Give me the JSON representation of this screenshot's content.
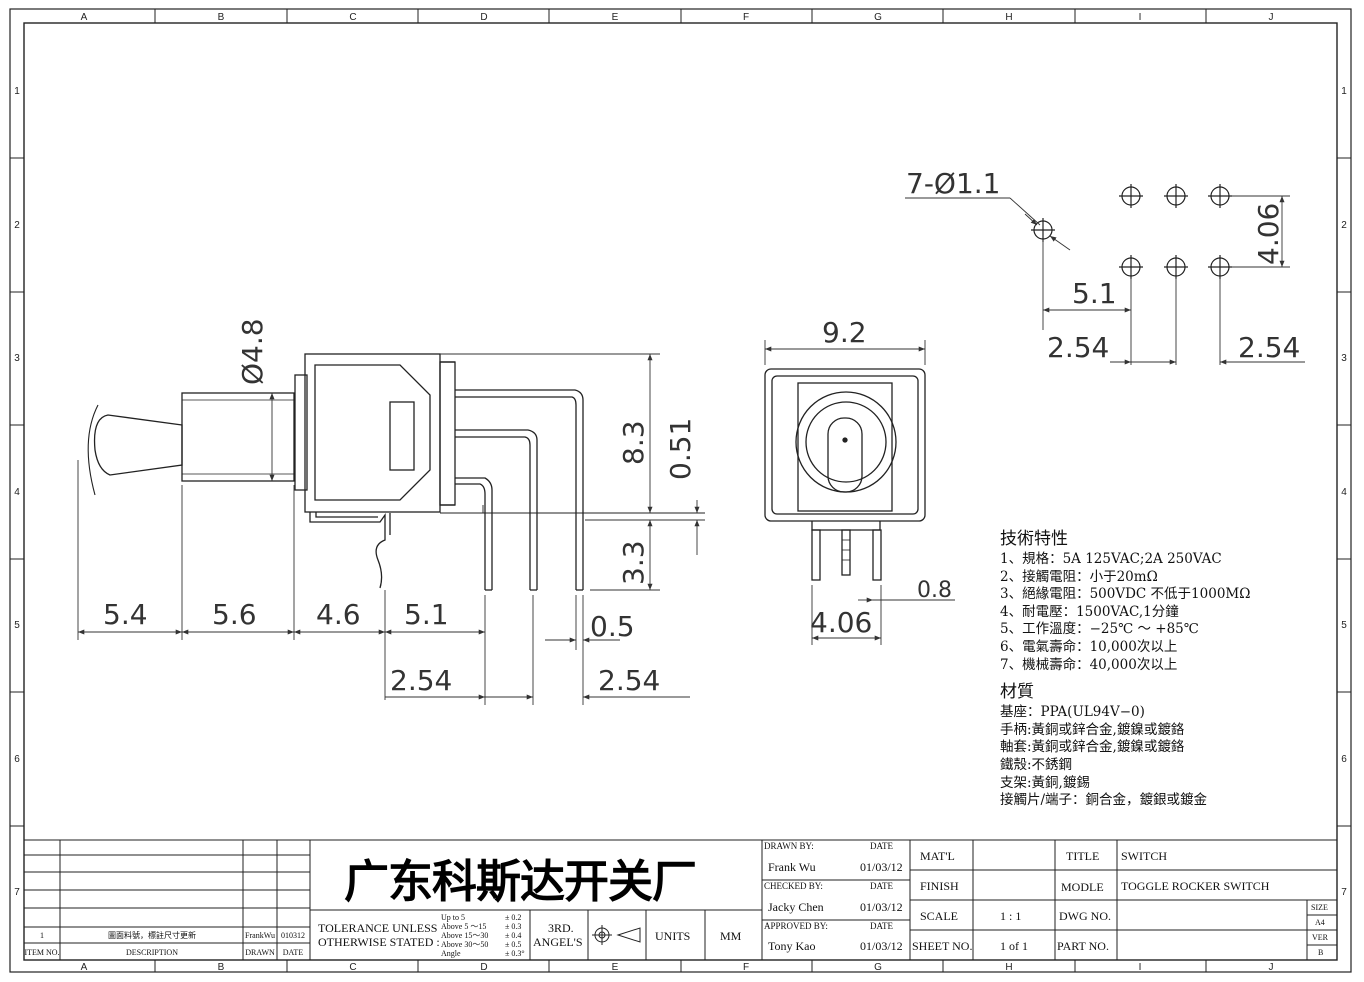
{
  "frame": {
    "columns": [
      "A",
      "B",
      "C",
      "D",
      "E",
      "F",
      "G",
      "H",
      "I",
      "J"
    ],
    "rows": [
      "1",
      "2",
      "3",
      "4",
      "5",
      "6",
      "7"
    ]
  },
  "side_view": {
    "dims": {
      "phi48": "Ø4.8",
      "d83": "8.3",
      "d051": "0.51",
      "d33": "3.3",
      "d54": "5.4",
      "d56": "5.6",
      "d46": "4.6",
      "d51": "5.1",
      "d05": "0.5",
      "d254a": "2.54",
      "d254b": "2.54"
    }
  },
  "front_view": {
    "dims": {
      "d92": "9.2",
      "d406": "4.06",
      "d08": "0.8"
    }
  },
  "pcb_layout": {
    "dims": {
      "holes": "7-Ø1.1",
      "d406": "4.06",
      "d51": "5.1",
      "d254a": "2.54",
      "d254b": "2.54"
    }
  },
  "specs": {
    "title": "技術特性",
    "items": [
      "1、規格：5A 125VAC;2A 250VAC",
      "2、接觸電阻：小于20mΩ",
      "3、絕緣電阻：500VDC 不低于1000MΩ",
      "4、耐電壓：1500VAC,1分鐘",
      "5、工作溫度：−25℃ ～ +85℃",
      "6、電氣壽命：10,000次以上",
      "7、機械壽命：40,000次以上"
    ],
    "material_title": "材質",
    "materials": [
      "基座：PPA(UL94V−0)",
      "手柄:黃銅或鋅合金,鍍鎳或鍍鉻",
      "軸套:黃銅或鋅合金,鍍鎳或鍍鉻",
      "鐵殼:不銹鋼",
      "支架:黃銅,鍍錫",
      "接觸片/端子：銅合金，鍍銀或鍍金"
    ]
  },
  "title_block": {
    "revision": {
      "item": "1",
      "description": "圖面料號，標註尺寸更新",
      "drawn": "FrankWu",
      "date": "010312",
      "item_header": "ITEM NO.",
      "desc_header": "DESCRIPTION",
      "drawn_header": "DRAWN",
      "date_header": "DATE"
    },
    "company": "广东科斯达开关厂",
    "tolerance_label_1": "TOLERANCE UNLESS",
    "tolerance_label_2": "OTHERWISE STATED :",
    "tolerance_ranges": [
      "Up to 5",
      "Above 5 ～15",
      "Above 15～30",
      "Above 30～50",
      "Angle"
    ],
    "tolerance_values": [
      "± 0.2",
      "± 0.3",
      "± 0.4",
      "± 0.5",
      "± 0.3°"
    ],
    "angle_1": "3RD.",
    "angle_2": "ANGEL'S",
    "units_label": "UNITS",
    "units_value": "MM",
    "drawn_by_label": "DRAWN BY:",
    "drawn_by": "Frank Wu",
    "drawn_date": "01/03/12",
    "checked_by_label": "CHECKED BY:",
    "checked_by": "Jacky Chen",
    "checked_date": "01/03/12",
    "approved_by_label": "APPROVED BY:",
    "approved_by": "Tony Kao",
    "approved_date": "01/03/12",
    "date_label": "DATE",
    "matl_label": "MAT'L",
    "matl_value": "",
    "finish_label": "FINISH",
    "finish_value": "",
    "scale_label": "SCALE",
    "scale_value": "1 : 1",
    "sheet_label": "SHEET NO.",
    "sheet_value": "1 of 1",
    "title_label": "TITLE",
    "title_value": "SWITCH",
    "model_label": "MODLE",
    "model_value": "TOGGLE ROCKER SWITCH",
    "dwg_label": "DWG NO.",
    "dwg_value": "",
    "part_label": "PART NO.",
    "part_value": "",
    "size_label": "SIZE",
    "size_value": "A4",
    "ver_label": "VER",
    "ver_value": "B"
  }
}
